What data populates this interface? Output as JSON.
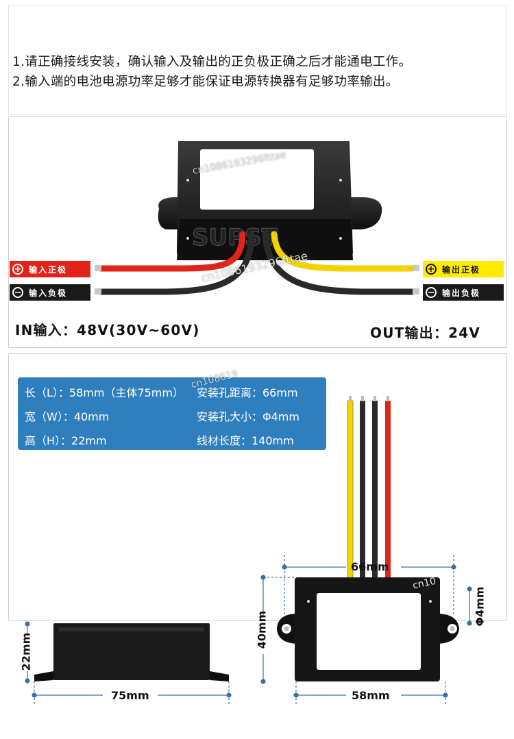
{
  "notes": {
    "line1": "1.请正确接线安装，确认输入及输出的正负极正确之后才能通电工作。",
    "line2": "2.输入端的电池电源功率足够才能保证电源转换器有足够功率输出。"
  },
  "labels": {
    "input_positive": "输入正极",
    "input_negative": "输入负极",
    "output_positive": "输出正极",
    "output_negative": "输出负极",
    "plus_symbol": "+",
    "minus_symbol": "−"
  },
  "voltage": {
    "input": "IN输入：48V(30V~60V)",
    "output": "OUT输出：24V"
  },
  "spec": {
    "length": "长（L）：58mm（主体75mm）",
    "width": "宽（W）：40mm",
    "height": "高（H）：22mm",
    "hole_distance": "安装孔距离：66mm",
    "hole_size": "安装孔大小：Φ4mm",
    "wire_length": "线材长度：140mm"
  },
  "dimensions": {
    "side_height": "22mm",
    "side_length": "75mm",
    "front_height": "40mm",
    "front_length": "58mm",
    "hole_distance": "66mm",
    "hole_diameter": "Φ4mm"
  },
  "watermarks": {
    "w1": "cn1086193296fttae",
    "w2": "cn108619",
    "w3": "cn10"
  },
  "colors": {
    "wire_red": "#e2231a",
    "wire_yellow": "#f2d200",
    "wire_black": "#2a2a2a",
    "spec_bg": "#2f7fbf",
    "dim_line": "#3a6fb0"
  }
}
